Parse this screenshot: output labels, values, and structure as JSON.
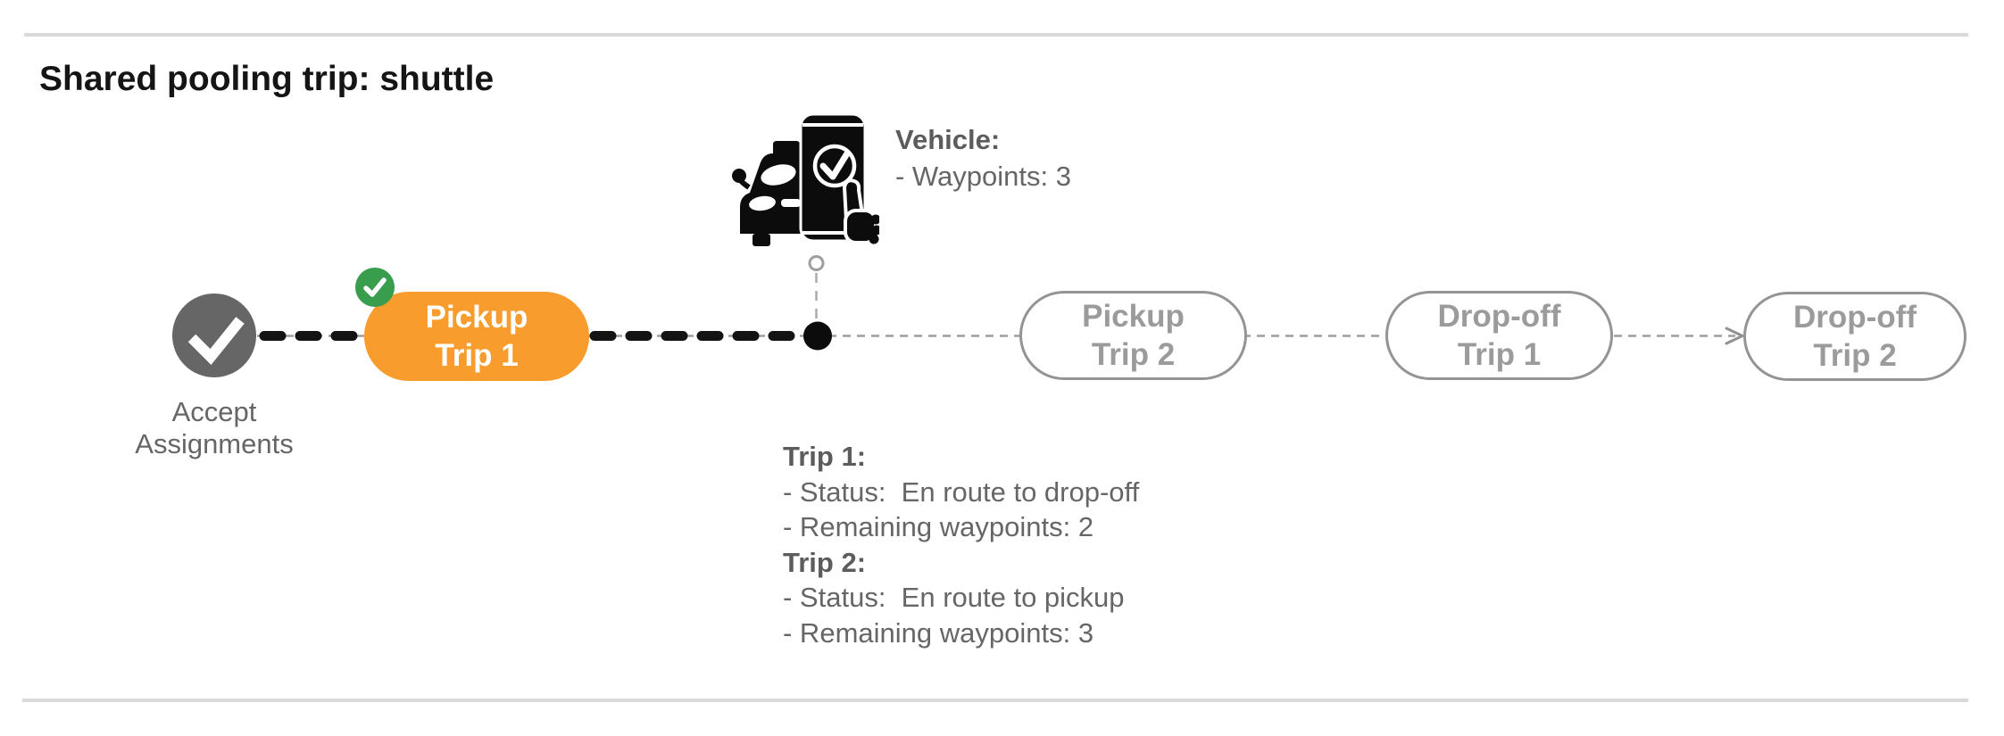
{
  "title": "Shared pooling trip: shuttle",
  "colors": {
    "orange": "#F79C2D",
    "green": "#389E4D",
    "gray_node": "#666667",
    "gray_text": "#666666",
    "pill_border": "#949494",
    "pill_text": "#9B9B9B",
    "line_black": "#131313",
    "line_gray": "#9E9E9E",
    "rule": "#D9D9D9"
  },
  "nodes": {
    "accept": {
      "label_line1": "Accept",
      "label_line2": "Assignments"
    },
    "pickup1": {
      "line1": "Pickup",
      "line2": "Trip 1"
    },
    "pickup2": {
      "line1": "Pickup",
      "line2": "Trip 2"
    },
    "dropoff1": {
      "line1": "Drop-off",
      "line2": "Trip 1"
    },
    "dropoff2": {
      "line1": "Drop-off",
      "line2": "Trip 2"
    }
  },
  "vehicle_info": {
    "heading": "Vehicle",
    "colon": ":",
    "lines": "- Waypoints: 3"
  },
  "trip_info": {
    "trip1": {
      "heading": "Trip 1",
      "colon": ":",
      "lines": "- Status:  En route to drop-off\n- Remaining waypoints: 2"
    },
    "trip2": {
      "heading": "Trip 2",
      "colon": ":",
      "lines": "- Status:  En route to pickup\n- Remaining waypoints: 3"
    }
  }
}
